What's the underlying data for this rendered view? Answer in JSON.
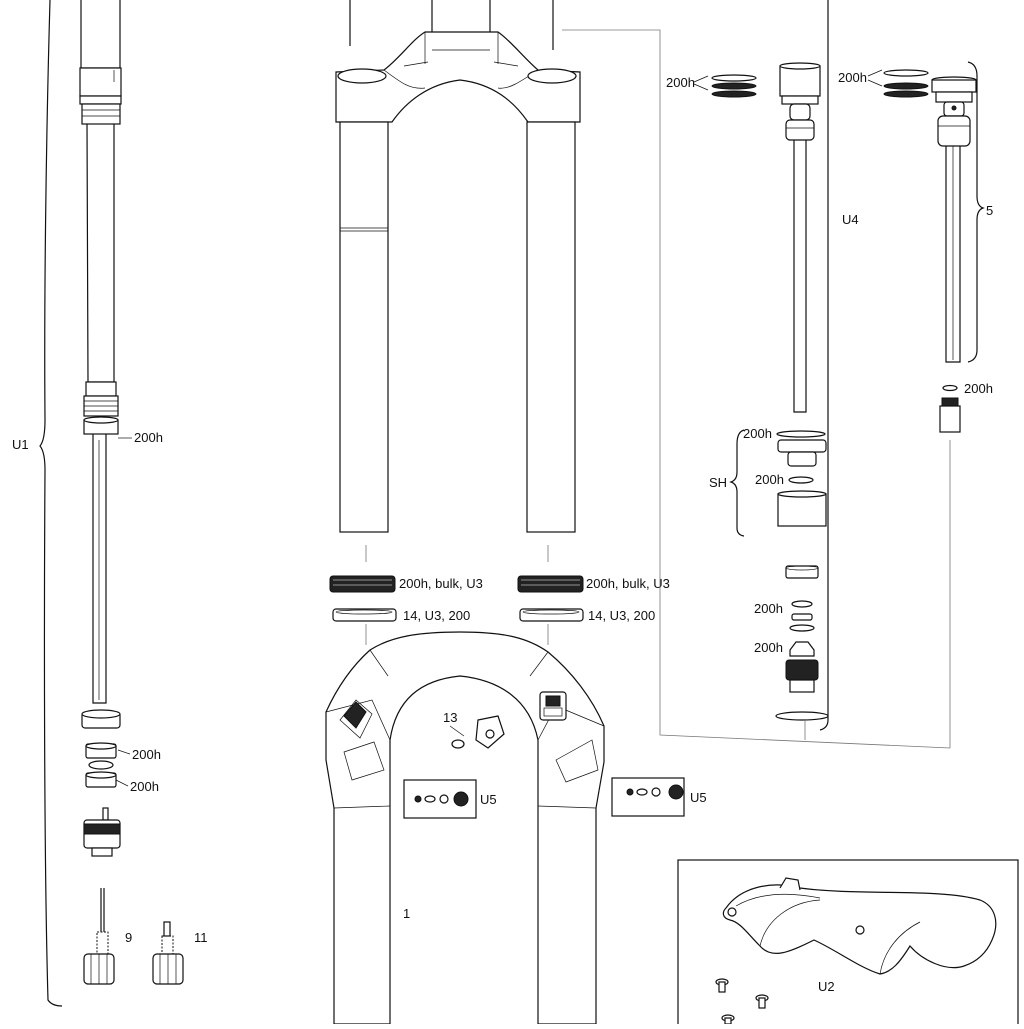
{
  "diagram": {
    "labels": {
      "u1": "U1",
      "u2": "U2",
      "u4": "U4",
      "u5_left": "U5",
      "u5_right": "U5",
      "sh": "SH",
      "part_1": "1",
      "part_5": "5",
      "part_9": "9",
      "part_11": "11",
      "part_13": "13",
      "seal_left": "200h, bulk, U3",
      "seal_right": "200h, bulk, U3",
      "foam_left": "14, U3, 200",
      "foam_right": "14, U3, 200",
      "h_damper_top": "200h",
      "h_air_top": "200h",
      "h_air_lower": "200h",
      "h_spring_mid": "200h",
      "h_base_1": "200h",
      "h_base_2": "200h",
      "h_sh_1": "200h",
      "h_sh_2": "200h",
      "h_stack_1": "200h",
      "h_stack_2": "200h"
    }
  }
}
